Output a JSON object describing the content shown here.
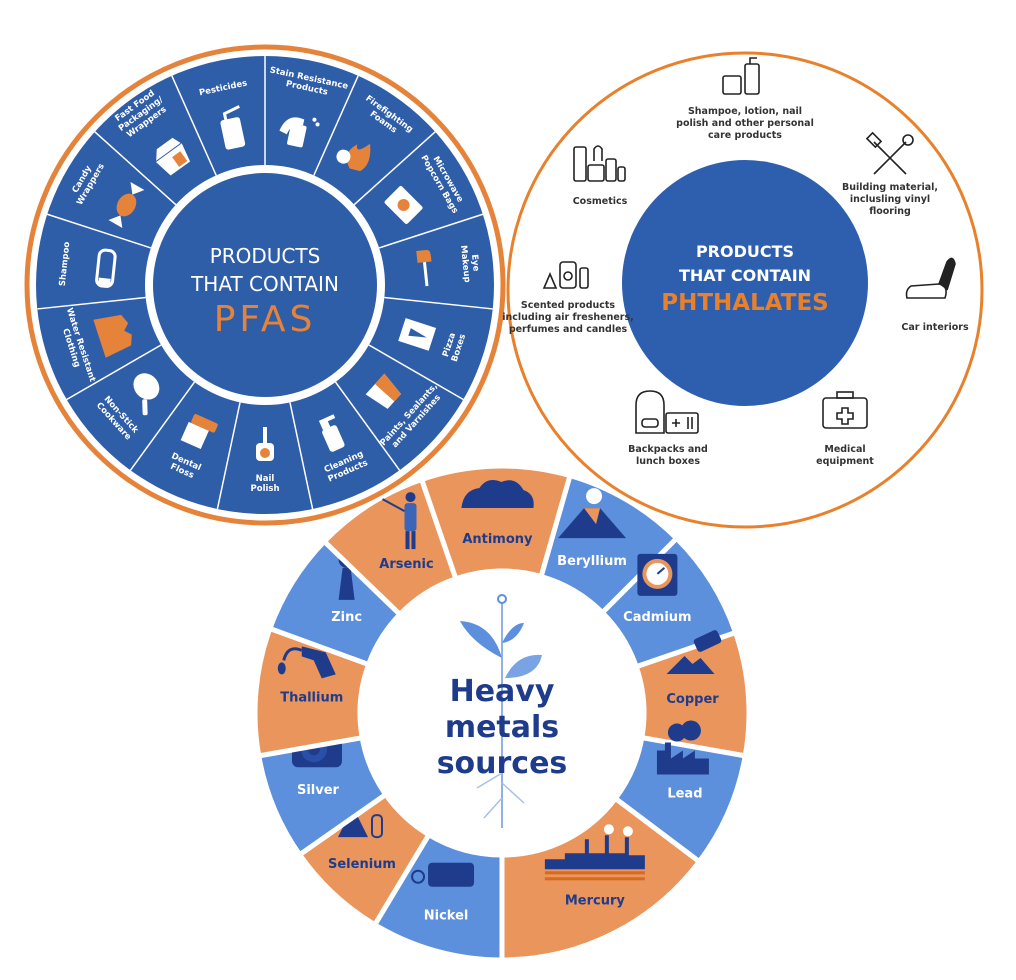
{
  "colors": {
    "pfas_blue": "#2f5ea8",
    "pfas_orange": "#e5833a",
    "hm_blue": "#5c8fdc",
    "hm_orange": "#e9955c",
    "hm_navy": "#1f3c8c",
    "ph_blue": "#2e5fae",
    "ph_orange": "#e8802c"
  },
  "pfas": {
    "title_line1": "PRODUCTS",
    "title_line2": "THAT CONTAIN",
    "title_highlight": "PFAS",
    "items": [
      {
        "lines": [
          "Stain Resistance",
          "Products"
        ],
        "icon": "spray-hand-icon"
      },
      {
        "lines": [
          "Firefighting",
          "Foams"
        ],
        "icon": "fire-icon"
      },
      {
        "lines": [
          "Microwave",
          "Popcorn Bags"
        ],
        "icon": "popcorn-bag-icon"
      },
      {
        "lines": [
          "Eye",
          "Makeup"
        ],
        "icon": "mascara-icon"
      },
      {
        "lines": [
          "Pizza",
          "Boxes"
        ],
        "icon": "pizza-box-icon"
      },
      {
        "lines": [
          "Paints, Sealants,",
          "and Varnishes"
        ],
        "icon": "paint-bucket-icon"
      },
      {
        "lines": [
          "Cleaning",
          "Products"
        ],
        "icon": "spray-bottle-icon"
      },
      {
        "lines": [
          "Nail",
          "Polish"
        ],
        "icon": "nail-polish-icon"
      },
      {
        "lines": [
          "Dental",
          "Floss"
        ],
        "icon": "dental-floss-icon"
      },
      {
        "lines": [
          "Non-Stick",
          "Cookware"
        ],
        "icon": "pan-icon"
      },
      {
        "lines": [
          "Water Resistant",
          "Clothing"
        ],
        "icon": "jacket-icon"
      },
      {
        "lines": [
          "Shampoo"
        ],
        "icon": "shampoo-bottle-icon"
      },
      {
        "lines": [
          "Candy",
          "Wrappers"
        ],
        "icon": "candy-icon"
      },
      {
        "lines": [
          "Fast Food",
          "Packaging/",
          "Wrappers"
        ],
        "icon": "food-box-icon"
      },
      {
        "lines": [
          "Pesticides"
        ],
        "icon": "pesticide-sprayer-icon"
      }
    ]
  },
  "phthalates": {
    "title_line1": "PRODUCTS",
    "title_line2": "THAT CONTAIN",
    "title_highlight": "PHTHALATES",
    "items": [
      {
        "lines": [
          "Shampoe, lotion, nail",
          "polish and other personal",
          "care products"
        ],
        "icon": "lotion-bottles-icon"
      },
      {
        "lines": [
          "Building material,",
          "inclusling vinyl",
          "flooring"
        ],
        "icon": "hammer-wrench-icon"
      },
      {
        "lines": [
          "Car interiors"
        ],
        "icon": "car-seat-icon"
      },
      {
        "lines": [
          "Medical",
          "equipment"
        ],
        "icon": "first-aid-kit-icon"
      },
      {
        "lines": [
          "Backpacks and",
          "lunch boxes"
        ],
        "icon": "backpack-icon"
      },
      {
        "lines": [
          "Scented products",
          "including air fresheners,",
          "perfumes and candles"
        ],
        "icon": "perfume-bottles-icon"
      },
      {
        "lines": [
          "Cosmetics"
        ],
        "icon": "cosmetics-icon"
      }
    ]
  },
  "heavy_metals": {
    "title_lines": [
      "Heavy",
      "metals",
      "sources"
    ],
    "items": [
      {
        "label": "Antimony",
        "tone": "orange",
        "icon": "ore-pile-icon"
      },
      {
        "label": "Beryllium",
        "tone": "blue",
        "icon": "volcano-icon"
      },
      {
        "label": "Cadmium",
        "tone": "blue",
        "icon": "gauge-icon"
      },
      {
        "label": "Copper",
        "tone": "orange",
        "icon": "pouring-ingot-icon"
      },
      {
        "label": "Lead",
        "tone": "blue",
        "icon": "factory-smoke-icon"
      },
      {
        "label": "Mercury",
        "tone": "orange",
        "icon": "industrial-skyline-icon"
      },
      {
        "label": "Nickel",
        "tone": "blue",
        "icon": "device-icon"
      },
      {
        "label": "Selenium",
        "tone": "orange",
        "icon": "lab-flask-icon"
      },
      {
        "label": "Silver",
        "tone": "blue",
        "icon": "camera-icon"
      },
      {
        "label": "Thallium",
        "tone": "orange",
        "icon": "fuel-nozzle-icon"
      },
      {
        "label": "Zinc",
        "tone": "blue",
        "icon": "chimney-icon"
      },
      {
        "label": "Arsenic",
        "tone": "orange",
        "icon": "farmer-spraying-icon"
      }
    ]
  }
}
